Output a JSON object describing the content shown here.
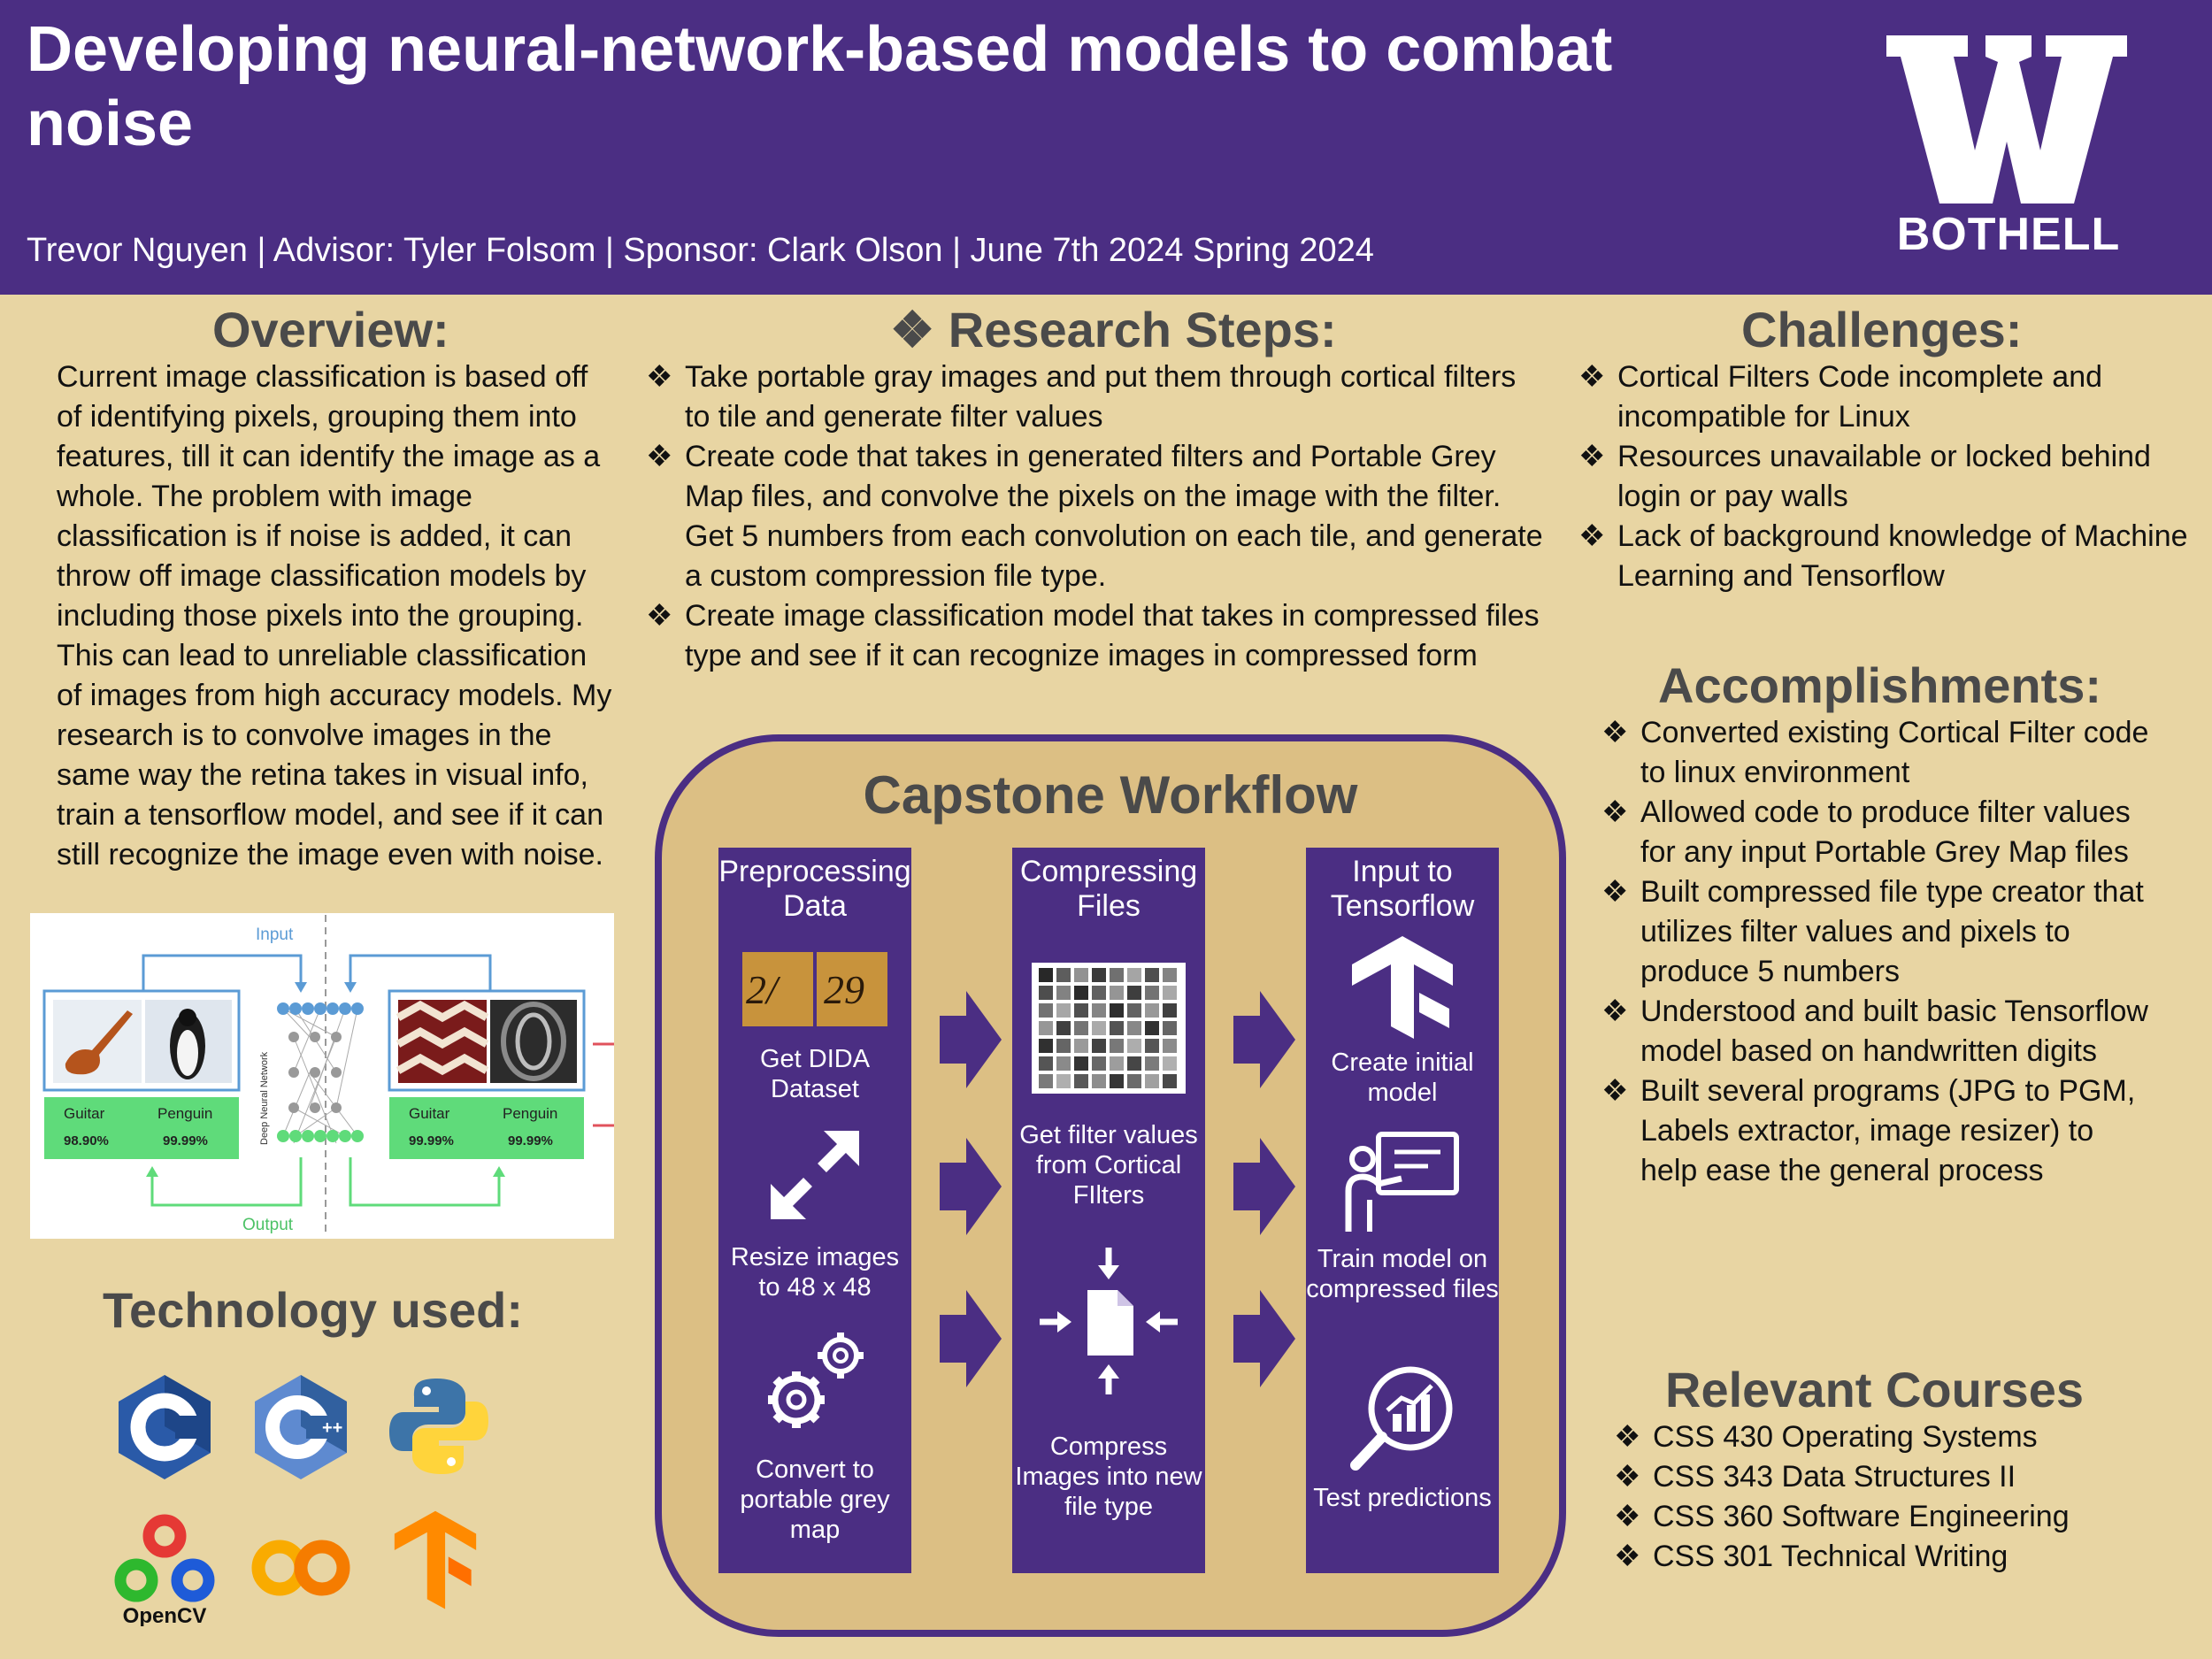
{
  "header": {
    "title": "Developing neural-network-based models to combat noise",
    "subtitle": "Trevor Nguyen | Advisor: Tyler Folsom | Sponsor: Clark Olson | June 7th 2024 Spring 2024",
    "logo_text": "BOTHELL"
  },
  "overview": {
    "title": "Overview:",
    "body": "Current image classification is based off of identifying pixels, grouping them into features, till it can identify the image as a whole. The problem with image classification is if noise is added, it can throw off image classification models by including those pixels into the grouping. This can lead to unreliable classification of images from high accuracy models. My research is to convolve images in the same way the retina takes in visual info,  train a tensorflow model, and see if it can still recognize the image even with noise."
  },
  "diagram": {
    "input_label": "Input",
    "output_label": "Output",
    "network_label": "Deep Neural Network",
    "left_results": [
      {
        "label": "Guitar",
        "value": "98.90%"
      },
      {
        "label": "Penguin",
        "value": "99.99%"
      }
    ],
    "right_results": [
      {
        "label": "Guitar",
        "value": "99.99%"
      },
      {
        "label": "Penguin",
        "value": "99.99%"
      }
    ]
  },
  "technology": {
    "title": "Technology used:",
    "icons": [
      "c-logo-icon",
      "cplusplus-logo-icon",
      "python-logo-icon",
      "opencv-logo-icon",
      "colab-logo-icon",
      "tensorflow-logo-icon"
    ],
    "opencv_label": "OpenCV"
  },
  "research": {
    "title": "Research Steps:",
    "bullet": "❖",
    "items": [
      "Take portable gray images and put them through cortical filters to tile and generate filter values",
      "Create code that takes in generated filters and Portable Grey Map files, and convolve the pixels on the image with the filter. Get 5 numbers from each convolution on each tile, and generate a custom compression file type.",
      "Create image classification model that takes in compressed files type and see if it can recognize images in compressed form"
    ]
  },
  "workflow": {
    "title": "Capstone Workflow",
    "columns": [
      {
        "title": "Preprocessing Data",
        "steps": [
          "Get DIDA Dataset",
          "Resize images to 48 x 48",
          "Convert to portable grey map"
        ]
      },
      {
        "title": "Compressing Files",
        "steps": [
          "Get filter values from Cortical FIlters",
          "Compress Images into new file type"
        ]
      },
      {
        "title": "Input to Tensorflow",
        "steps": [
          "Create initial model",
          "Train model on compressed files",
          "Test predictions"
        ]
      }
    ],
    "dida_sample": [
      "2/",
      "29"
    ]
  },
  "challenges": {
    "title": "Challenges:",
    "items": [
      "Cortical Filters Code incomplete and incompatible for Linux",
      "Resources unavailable or locked behind login or pay walls",
      "Lack of background knowledge of Machine Learning and Tensorflow"
    ]
  },
  "accomplishments": {
    "title": "Accomplishments:",
    "items": [
      "Converted existing Cortical Filter code to linux environment",
      "Allowed  code to produce filter values for any input Portable Grey Map files",
      "Built compressed file type creator that utilizes filter values and pixels to produce 5 numbers",
      "Understood and built basic Tensorflow model based on handwritten digits",
      "Built several programs (JPG to PGM, Labels extractor, image resizer) to help ease the general process"
    ]
  },
  "courses": {
    "title": "Relevant Courses",
    "items": [
      "CSS 430 Operating Systems",
      "CSS 343 Data Structures II",
      "CSS 360 Software Engineering",
      "CSS 301 Technical Writing"
    ]
  },
  "colors": {
    "purple": "#4b2e83",
    "gold": "#e8d5a3",
    "workflow_fill": "#dcbf84",
    "result_green": "#5fdb7a"
  }
}
